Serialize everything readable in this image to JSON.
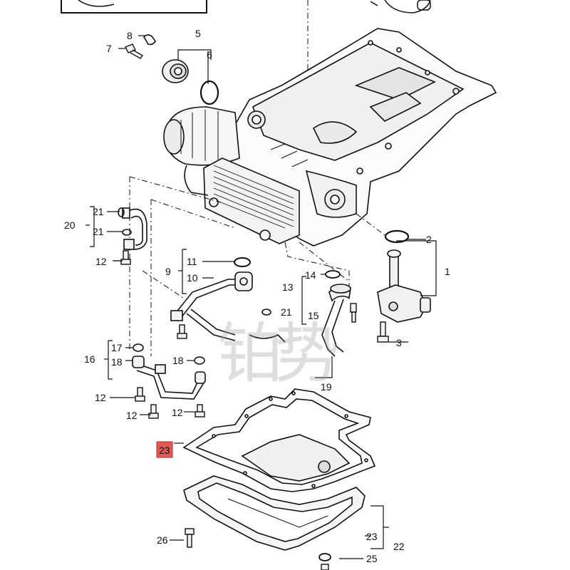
{
  "diagram": {
    "part_numbers": {
      "p1": "1",
      "p2": "2",
      "p3": "3",
      "p5": "5",
      "p6": "6",
      "p7": "7",
      "p8": "8",
      "p9": "9",
      "p10": "10",
      "p11": "11",
      "p12a": "12",
      "p12b": "12",
      "p12c": "12",
      "p12d": "12",
      "p13": "13",
      "p14": "14",
      "p15": "15",
      "p16": "16",
      "p17": "17",
      "p18a": "18",
      "p18b": "18",
      "p19": "19",
      "p20": "20",
      "p21a": "21",
      "p21b": "21",
      "p21c": "21",
      "p22": "22",
      "p23_highlight": "23",
      "p23": "23",
      "p25": "25",
      "p26": "26"
    },
    "highlight_color": "#e05a5a",
    "line_color": "#111111",
    "watermark_left": "铂",
    "watermark_right": "势"
  }
}
